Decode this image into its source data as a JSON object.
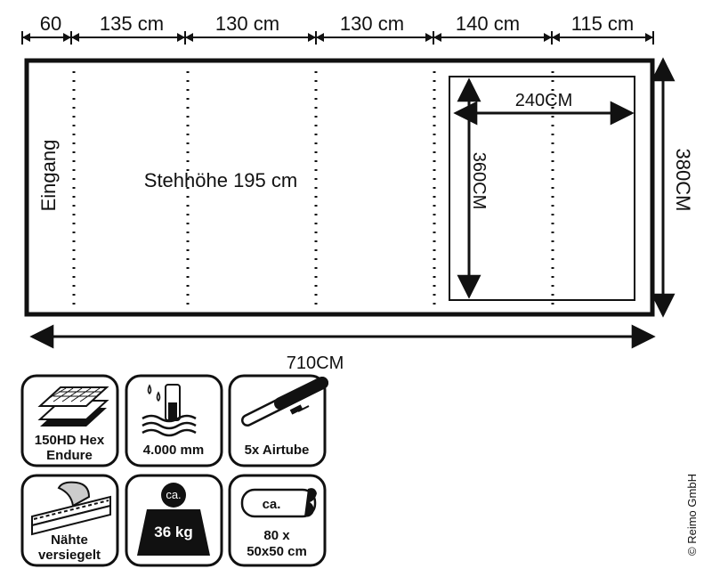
{
  "segments": [
    "60",
    "135 cm",
    "130 cm",
    "130 cm",
    "140 cm",
    "115 cm"
  ],
  "floor_plan": {
    "entrance_label": "Eingang",
    "headroom_label": "Stehhöhe 195 cm",
    "total_length_label": "710CM",
    "total_depth_label": "380CM"
  },
  "inner_cabin": {
    "width_label": "240CM",
    "depth_label": "360CM"
  },
  "features": [
    {
      "icon": "fabric-layers-icon",
      "line1": "150HD Hex",
      "line2": "Endure"
    },
    {
      "icon": "water-column-icon",
      "line1": "4.000 mm",
      "line2": ""
    },
    {
      "icon": "airtube-icon",
      "line1": "5x Airtube",
      "line2": ""
    },
    {
      "icon": "sealed-seams-icon",
      "line1": "Nähte",
      "line2": "versiegelt"
    },
    {
      "icon": "weight-icon",
      "badge": "ca.",
      "line1": "36 kg",
      "line2": ""
    },
    {
      "icon": "pack-size-icon",
      "badge": "ca.",
      "line1": "80 x",
      "line2": "50x50 cm"
    }
  ],
  "copyright": "© Reimo GmbH",
  "colors": {
    "ink": "#111111",
    "background": "#ffffff"
  }
}
